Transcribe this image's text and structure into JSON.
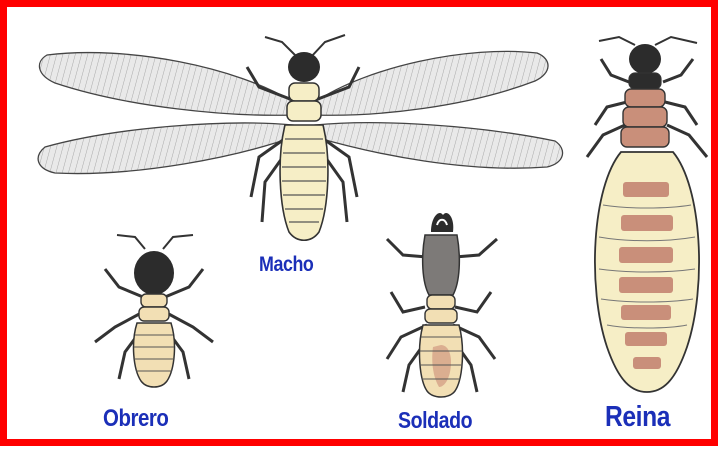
{
  "labels": {
    "macho": "Macho",
    "obrero": "Obrero",
    "soldado": "Soldado",
    "reina": "Reina"
  },
  "colors": {
    "frame": "#ff0000",
    "label": "#1b2fb8",
    "body_cream": "#f6eec6",
    "head_dark": "#2c2c2c",
    "soldier_head": "#7d7a78",
    "queen_band": "#c98f7a",
    "wing": "#7a7a7a"
  }
}
